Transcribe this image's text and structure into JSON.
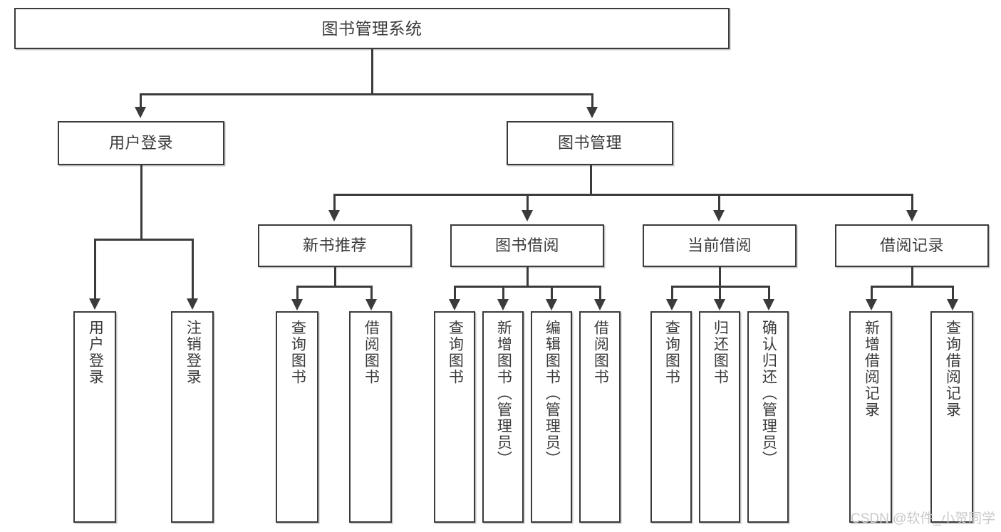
{
  "diagram": {
    "type": "tree-hierarchy",
    "title": "图书管理系统",
    "levels": 4,
    "nodes": {
      "root": {
        "label": "图书管理系统"
      },
      "level2": [
        {
          "id": "user-login",
          "label": "用户登录"
        },
        {
          "id": "book-manage",
          "label": "图书管理"
        }
      ],
      "level3": [
        {
          "id": "new-book-recommend",
          "label": "新书推荐",
          "parent": "book-manage"
        },
        {
          "id": "book-borrow",
          "label": "图书借阅",
          "parent": "book-manage"
        },
        {
          "id": "current-borrow",
          "label": "当前借阅",
          "parent": "book-manage"
        },
        {
          "id": "borrow-record",
          "label": "借阅记录",
          "parent": "book-manage"
        }
      ],
      "leaves": [
        {
          "id": "leaf-user-login",
          "label": "用户登录",
          "parent": "user-login"
        },
        {
          "id": "leaf-logout",
          "label": "注销登录",
          "parent": "user-login"
        },
        {
          "id": "leaf-query-book-1",
          "label": "查询图书",
          "parent": "new-book-recommend"
        },
        {
          "id": "leaf-borrow-book-1",
          "label": "借阅图书",
          "parent": "new-book-recommend"
        },
        {
          "id": "leaf-query-book-2",
          "label": "查询图书",
          "parent": "book-borrow"
        },
        {
          "id": "leaf-add-book",
          "label": "新增图书（管理员）",
          "parent": "book-borrow"
        },
        {
          "id": "leaf-edit-book",
          "label": "编辑图书（管理员）",
          "parent": "book-borrow"
        },
        {
          "id": "leaf-borrow-book-2",
          "label": "借阅图书",
          "parent": "book-borrow"
        },
        {
          "id": "leaf-query-book-3",
          "label": "查询图书",
          "parent": "current-borrow"
        },
        {
          "id": "leaf-return-book",
          "label": "归还图书",
          "parent": "current-borrow"
        },
        {
          "id": "leaf-confirm-return",
          "label": "确认归还（管理员）",
          "parent": "current-borrow"
        },
        {
          "id": "leaf-add-record",
          "label": "新增借阅记录",
          "parent": "borrow-record"
        },
        {
          "id": "leaf-query-record",
          "label": "查询借阅记录",
          "parent": "borrow-record"
        }
      ]
    },
    "watermark": "CSDN @软件_小贺同学",
    "colors": {
      "stroke": "#3b3b3b",
      "text": "#3a3a3a",
      "background": "#ffffff",
      "watermark": "#c9c9c9"
    }
  }
}
